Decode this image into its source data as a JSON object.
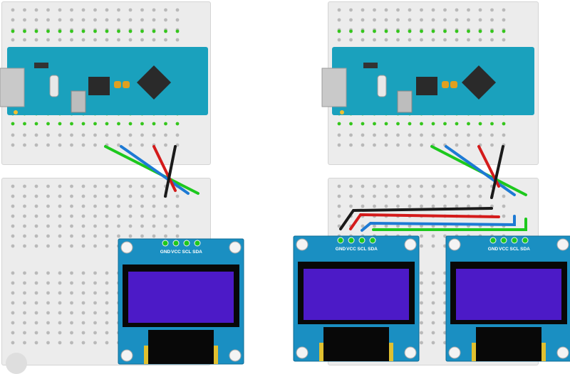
{
  "colors": {
    "breadboard": "#ececec",
    "hole": "#b9b9b9",
    "hole_connected": "#35c61c",
    "pcb": "#1aa1bd",
    "oled_pcb": "#1a8fc2",
    "oled_screen": "#4c1ac7",
    "wire_green": "#1dc81d",
    "wire_blue": "#1d7ad4",
    "wire_red": "#d41b1b",
    "wire_black": "#1a1a1a"
  },
  "oled_pins": [
    "GND",
    "VCC",
    "SCL",
    "SDA"
  ],
  "diagram": {
    "left_circuit": {
      "board": "arduino-nano",
      "displays": 1
    },
    "right_circuit": {
      "board": "arduino-nano",
      "displays": 2
    }
  }
}
